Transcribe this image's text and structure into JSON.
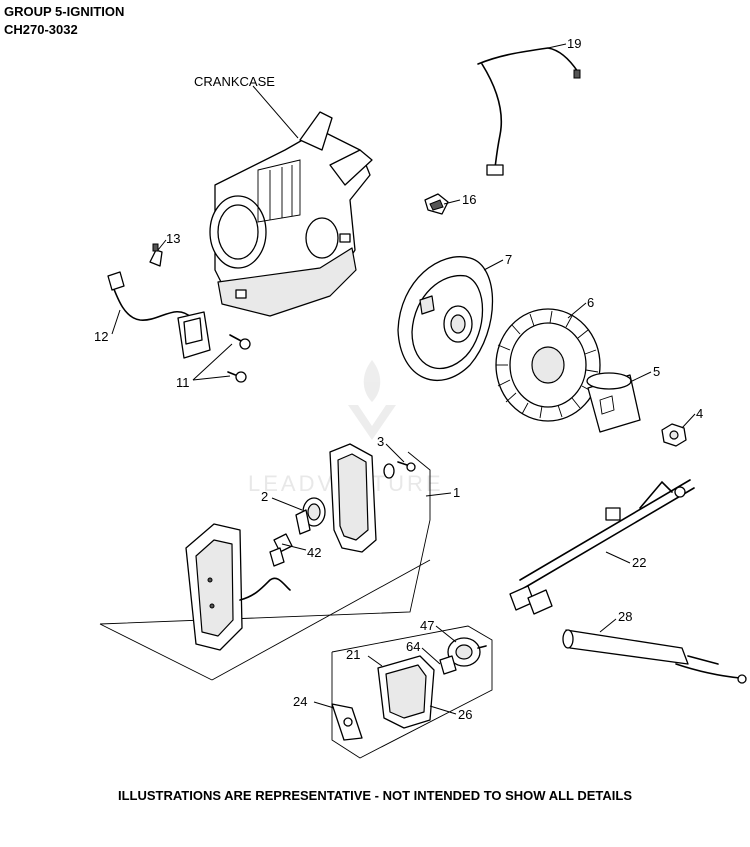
{
  "header": {
    "group_title": "GROUP 5-IGNITION",
    "model": "CH270-3032"
  },
  "footer": {
    "note": "ILLUSTRATIONS ARE REPRESENTATIVE - NOT INTENDED TO SHOW ALL DETAILS"
  },
  "watermark": {
    "text": "LEADVENTURE"
  },
  "callouts": {
    "crankcase": "CRANKCASE",
    "c1": "1",
    "c2": "2",
    "c3": "3",
    "c4": "4",
    "c5": "5",
    "c6": "6",
    "c7": "7",
    "c11": "11",
    "c12": "12",
    "c13": "13",
    "c16": "16",
    "c19": "19",
    "c21": "21",
    "c22": "22",
    "c24": "24",
    "c26": "26",
    "c28": "28",
    "c42": "42",
    "c47": "47",
    "c64": "64"
  }
}
